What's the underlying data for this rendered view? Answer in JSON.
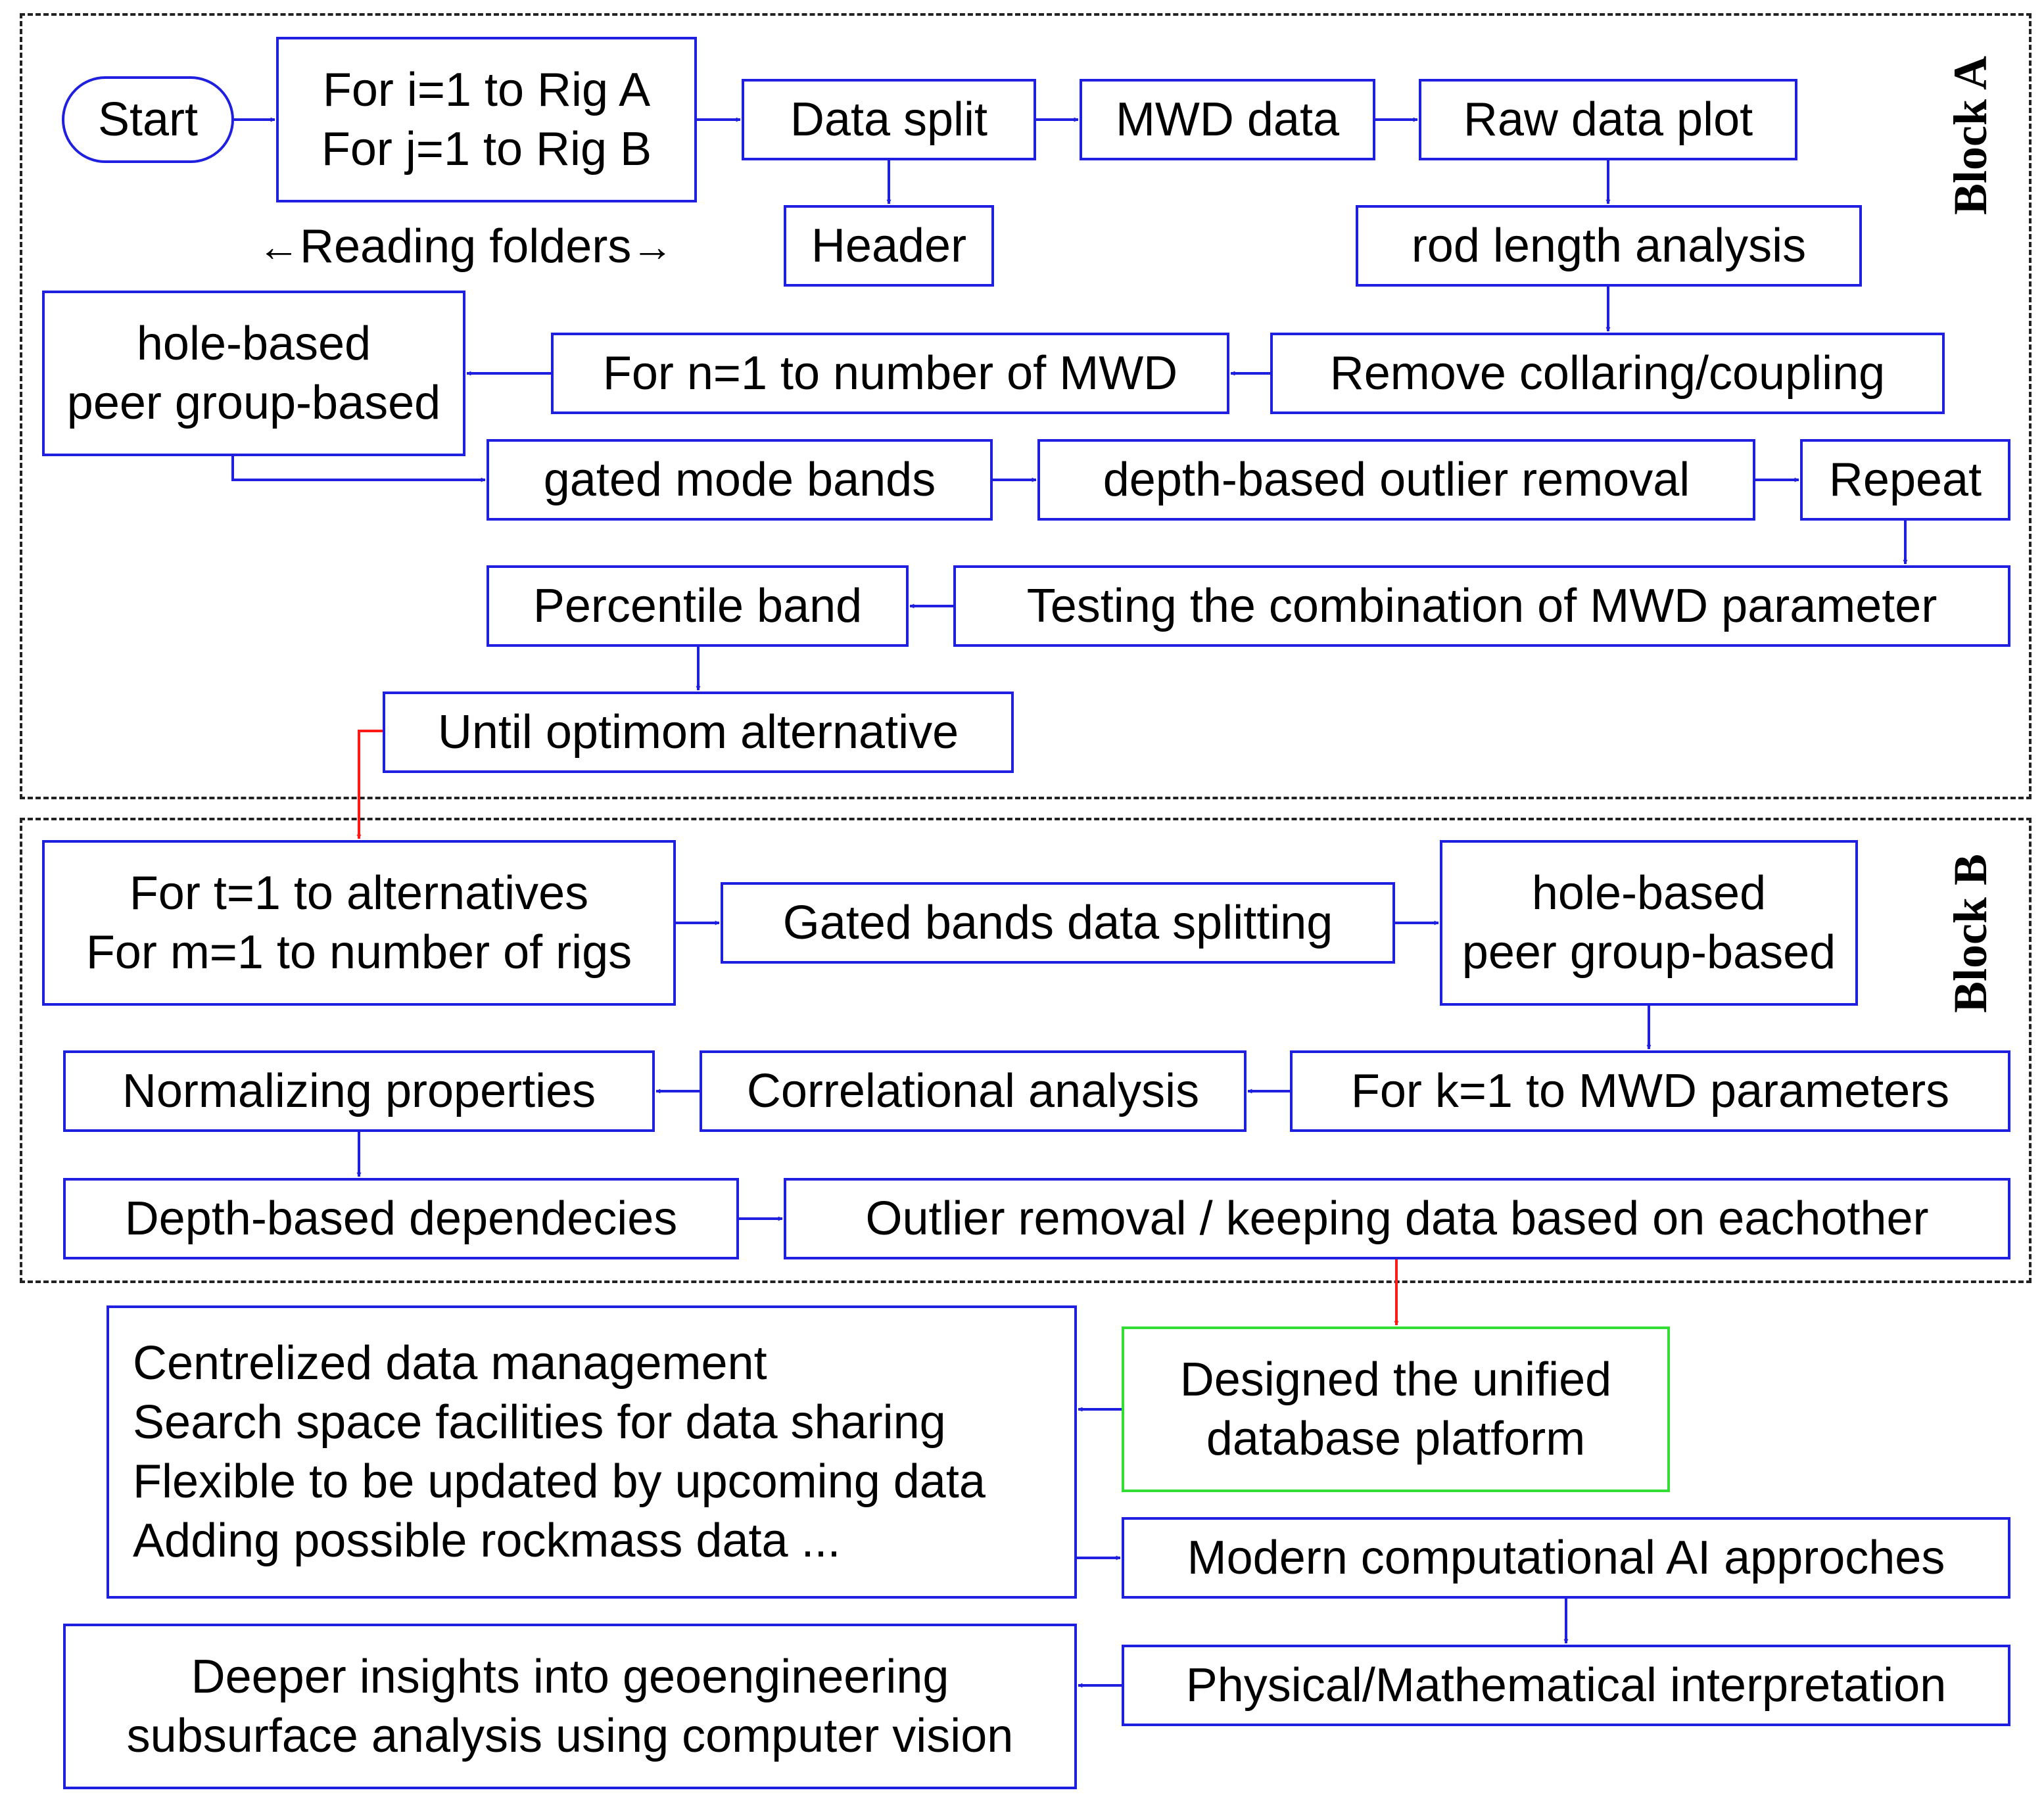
{
  "block_a": {
    "title": "Block A"
  },
  "block_b": {
    "title": "Block B"
  },
  "colors": {
    "box_border": "#1f1fe0",
    "flow_arrow": "#1f1fe0",
    "transition_arrow": "#ff1a1a",
    "platform_border": "#33dd33"
  },
  "nodes": {
    "start": {
      "lines": [
        "Start"
      ]
    },
    "reading_loop": {
      "lines": [
        "For i=1 to Rig A",
        "For j=1 to Rig B"
      ]
    },
    "reading_folders": {
      "text": "Reading folders"
    },
    "data_split": {
      "lines": [
        "Data split"
      ]
    },
    "mwd_data": {
      "lines": [
        "MWD data"
      ]
    },
    "raw_data_plot": {
      "lines": [
        "Raw data plot"
      ]
    },
    "header": {
      "lines": [
        "Header"
      ]
    },
    "rod_length": {
      "lines": [
        "rod length analysis"
      ]
    },
    "hole_peer_a": {
      "lines": [
        "hole-based",
        "peer group-based"
      ]
    },
    "mwd_loop": {
      "lines": [
        "For n=1 to number of MWD"
      ]
    },
    "remove_collaring": {
      "lines": [
        "Remove collaring/coupling"
      ]
    },
    "gated_mode": {
      "lines": [
        "gated mode bands"
      ]
    },
    "depth_outlier": {
      "lines": [
        "depth-based outlier removal"
      ]
    },
    "repeat": {
      "lines": [
        "Repeat"
      ]
    },
    "percentile": {
      "lines": [
        "Percentile band"
      ]
    },
    "testing": {
      "lines": [
        "Testing the combination of MWD parameter"
      ]
    },
    "until": {
      "lines": [
        "Until optimom alternative"
      ]
    },
    "alt_loop": {
      "lines": [
        "For t=1 to alternatives",
        "For m=1 to number of rigs"
      ]
    },
    "gated_split": {
      "lines": [
        "Gated bands data splitting"
      ]
    },
    "hole_peer_b": {
      "lines": [
        "hole-based",
        "peer group-based"
      ]
    },
    "normalizing": {
      "lines": [
        "Normalizing properties"
      ]
    },
    "correlational": {
      "lines": [
        "Correlational analysis"
      ]
    },
    "k_loop": {
      "lines": [
        "For k=1 to MWD parameters"
      ]
    },
    "depth_dep": {
      "lines": [
        "Depth-based dependecies"
      ]
    },
    "outlier_keep": {
      "lines": [
        "Outlier removal / keeping data based on eachother"
      ]
    },
    "features": {
      "lines": [
        "Centrelized data management",
        "Search space facilities for data sharing",
        "Flexible to be updated by upcoming data",
        "Adding possible rockmass data ..."
      ]
    },
    "platform": {
      "lines": [
        "Designed the unified",
        "database platform"
      ]
    },
    "ai": {
      "lines": [
        "Modern computational AI approches"
      ]
    },
    "interpretation": {
      "lines": [
        "Physical/Mathematical interpretation"
      ]
    },
    "insights": {
      "lines": [
        "Deeper insights into geoengineering",
        "subsurface analysis using computer vision"
      ]
    }
  }
}
